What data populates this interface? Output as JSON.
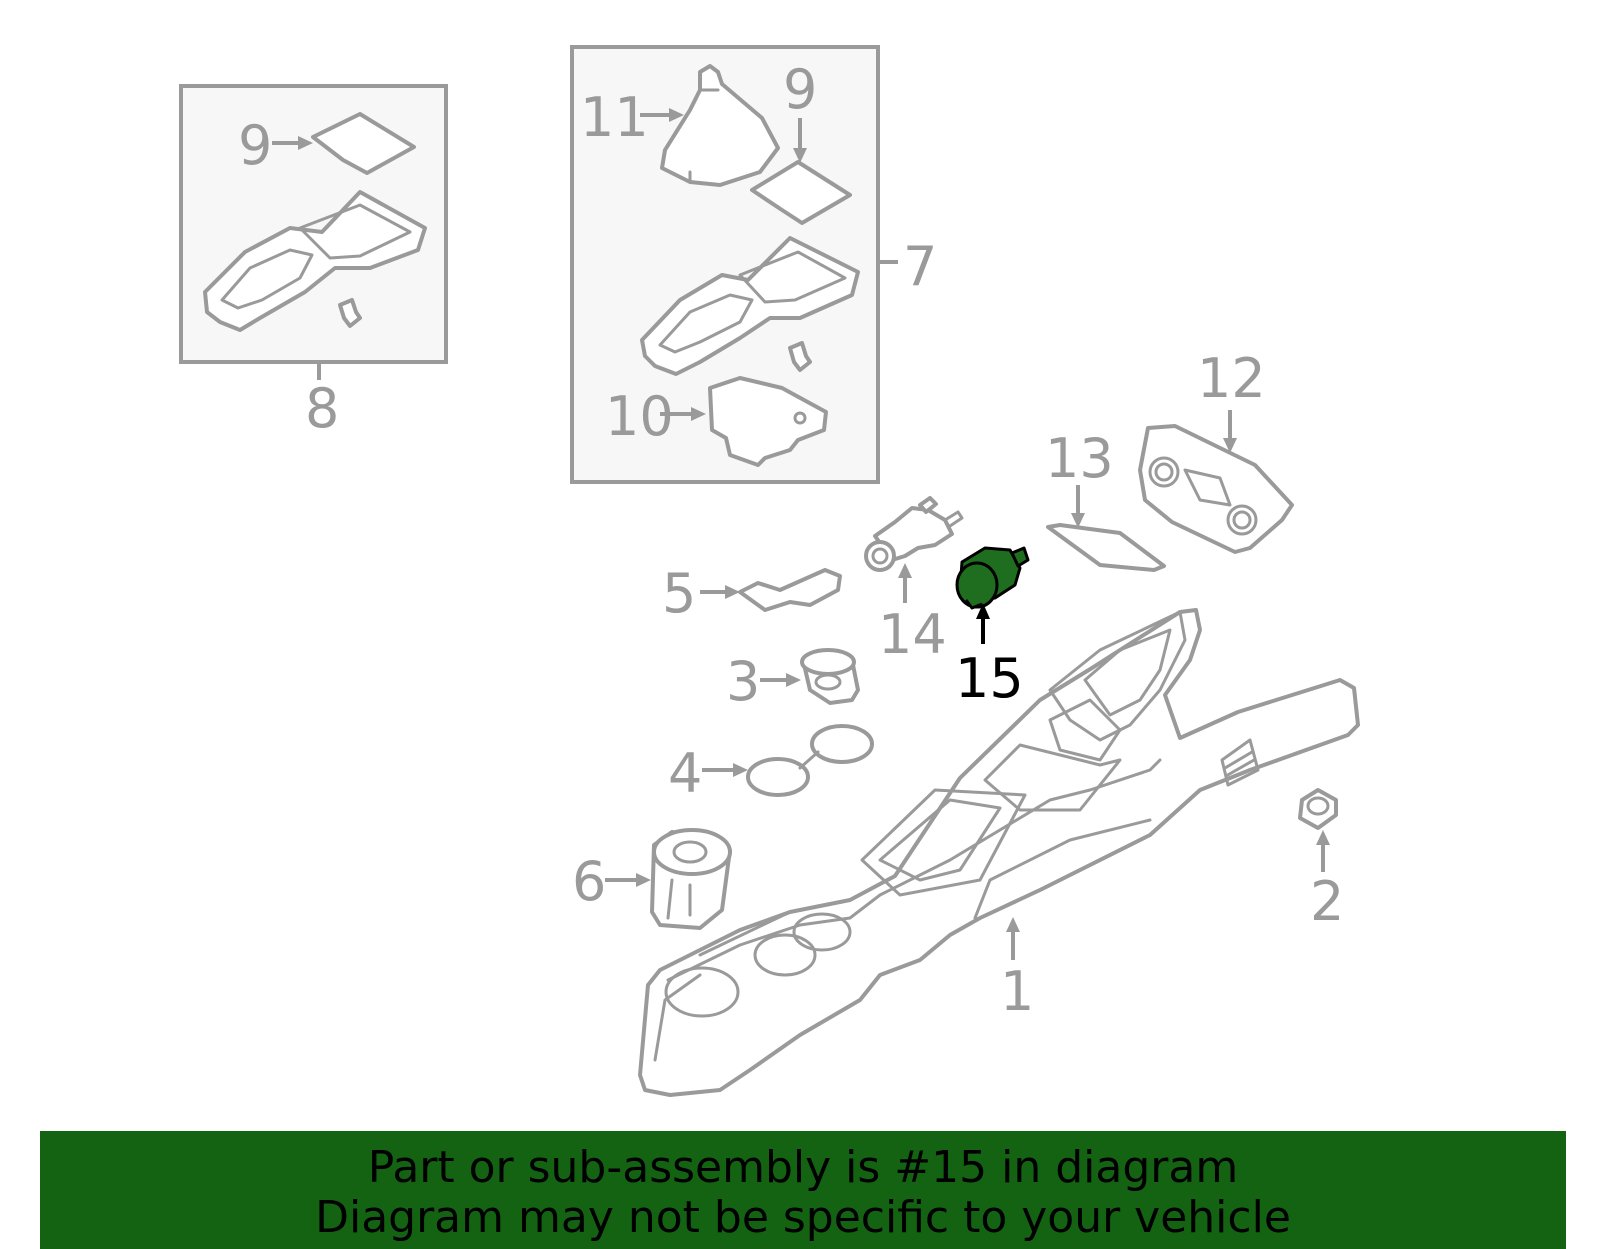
{
  "callouts": {
    "c1": "1",
    "c2": "2",
    "c3": "3",
    "c4": "4",
    "c5": "5",
    "c6": "6",
    "c7": "7",
    "c8": "8",
    "c9a": "9",
    "c9b": "9",
    "c10": "10",
    "c11": "11",
    "c12": "12",
    "c13": "13",
    "c14": "14",
    "c15": "15"
  },
  "highlight": {
    "part_number": "15",
    "color": "#1f6e1f"
  },
  "banner": {
    "line1": "Part or sub-assembly is #15 in diagram",
    "line2": "Diagram may not be specific to your vehicle",
    "background": "#136313"
  }
}
